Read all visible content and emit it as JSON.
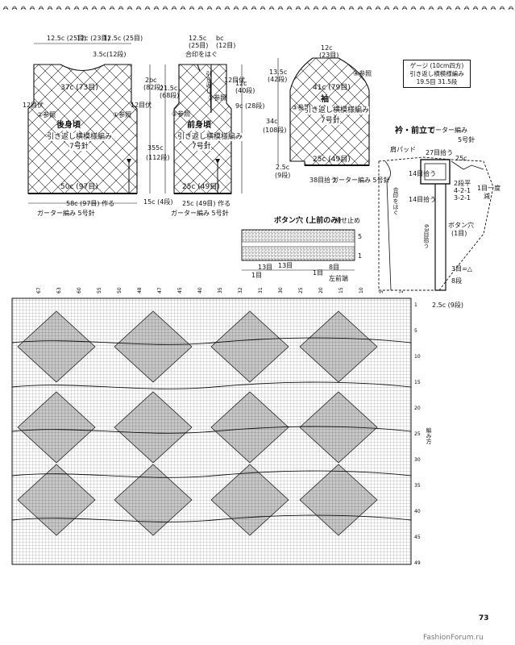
{
  "back": {
    "title": "後身頃",
    "stitch": "引き返し横模様編み",
    "needle": "7号針",
    "top_left": "12.5c (25目)",
    "top_mid": "12c (23目)",
    "top_right": "12.5c (25目)",
    "neck_drop": "3.5c(12段)",
    "width_37": "37c (73目)",
    "armhole_l": "12目伏",
    "armhole_r": "12目伏",
    "mark_l": "②参照",
    "mark_r": "①参照",
    "width_50": "50c (97目)",
    "cast_on": "58c (97目) 作る",
    "border": "ガーター編み 5号針"
  },
  "front": {
    "title": "前身頃",
    "stitch": "引き返し横模様編み",
    "needle": "7号針",
    "top_a": "12.5c",
    "top_b": "(25目)",
    "top_c": "bc",
    "top_d": "(12目)",
    "join": "合印をはぐ",
    "neck_label": "引き返し",
    "dim_2bc": "2bc",
    "dim_2bc_rows": "(82段)",
    "dim_215": "21.5c",
    "dim_215_rows": "(68段)",
    "dim_12d": "12c",
    "dim_12d_rows": "(40段)",
    "dim_9c": "9c (28段)",
    "dim_355": "355c",
    "dim_355_rows": "(112段)",
    "dim_15": "15c (4段)",
    "arm": "12目伏",
    "mark_1": "①参照",
    "mark_2": "②参照",
    "width_25": "25c (49目)",
    "cast_on": "25c (49目) 作る",
    "border": "ガーター編み 5号針"
  },
  "sleeve": {
    "title": "袖",
    "stitch": "引き返し横模様編み",
    "needle": "7号針",
    "top": "12c",
    "top_sts": "(23目)",
    "cap": "13.5c",
    "cap_rows": "(42段)",
    "width_41": "41c (79目)",
    "length": "34c",
    "length_rows": "(108段)",
    "mark_3": "③参照",
    "mark_4": "④参照",
    "cuff_w": "25c (49目)",
    "cuff_h": "2.5c",
    "cuff_rows": "(9段)",
    "pickup": "38目拾う",
    "border": "ガーター編み 5号針"
  },
  "gauge": {
    "title": "ゲージ (10cm四方)",
    "stitch": "引き返し横模様編み",
    "values": "19.5目 31.5段"
  },
  "collar": {
    "title": "衿・前立て",
    "stitch": "ガーター編み",
    "needle": "5号針",
    "shoulder": "肩パッド",
    "pick27": "27目拾う",
    "dim25": "25c",
    "row14a": "14目拾う",
    "row14b": "14目拾う",
    "st2": "2段平",
    "st3": "4-2-1",
    "st4": "3-2-1",
    "st5": "1目一度",
    "st6": "減",
    "side": "合印をはぐ",
    "pick63": "63目拾う",
    "button": "ボタン穴",
    "button_sts": "(1目)",
    "marker3": "3目=△",
    "bottom": "2.5c (9段)",
    "rows8": "8段"
  },
  "buttonhole": {
    "title": "ボタン穴 (上前のみ)",
    "bindoff": "伏せ止め",
    "n13a": "13目",
    "n13b": "13目",
    "n8": "8目",
    "n1a": "1目",
    "n1b": "1目",
    "r5": "5",
    "r1": "1",
    "left": "左前端"
  },
  "chart": {
    "col_nums_top": [
      "67",
      "63",
      "60",
      "55",
      "50",
      "48",
      "47",
      "45",
      "40",
      "35",
      "32",
      "31",
      "30",
      "25",
      "20",
      "15",
      "10",
      "5",
      "1"
    ],
    "row_nums": [
      "1",
      "5",
      "10",
      "15",
      "20",
      "25",
      "30",
      "35",
      "40",
      "45",
      "49"
    ],
    "row_mark": "編み方"
  },
  "page_number": "73",
  "watermark": "FashionForum.ru"
}
